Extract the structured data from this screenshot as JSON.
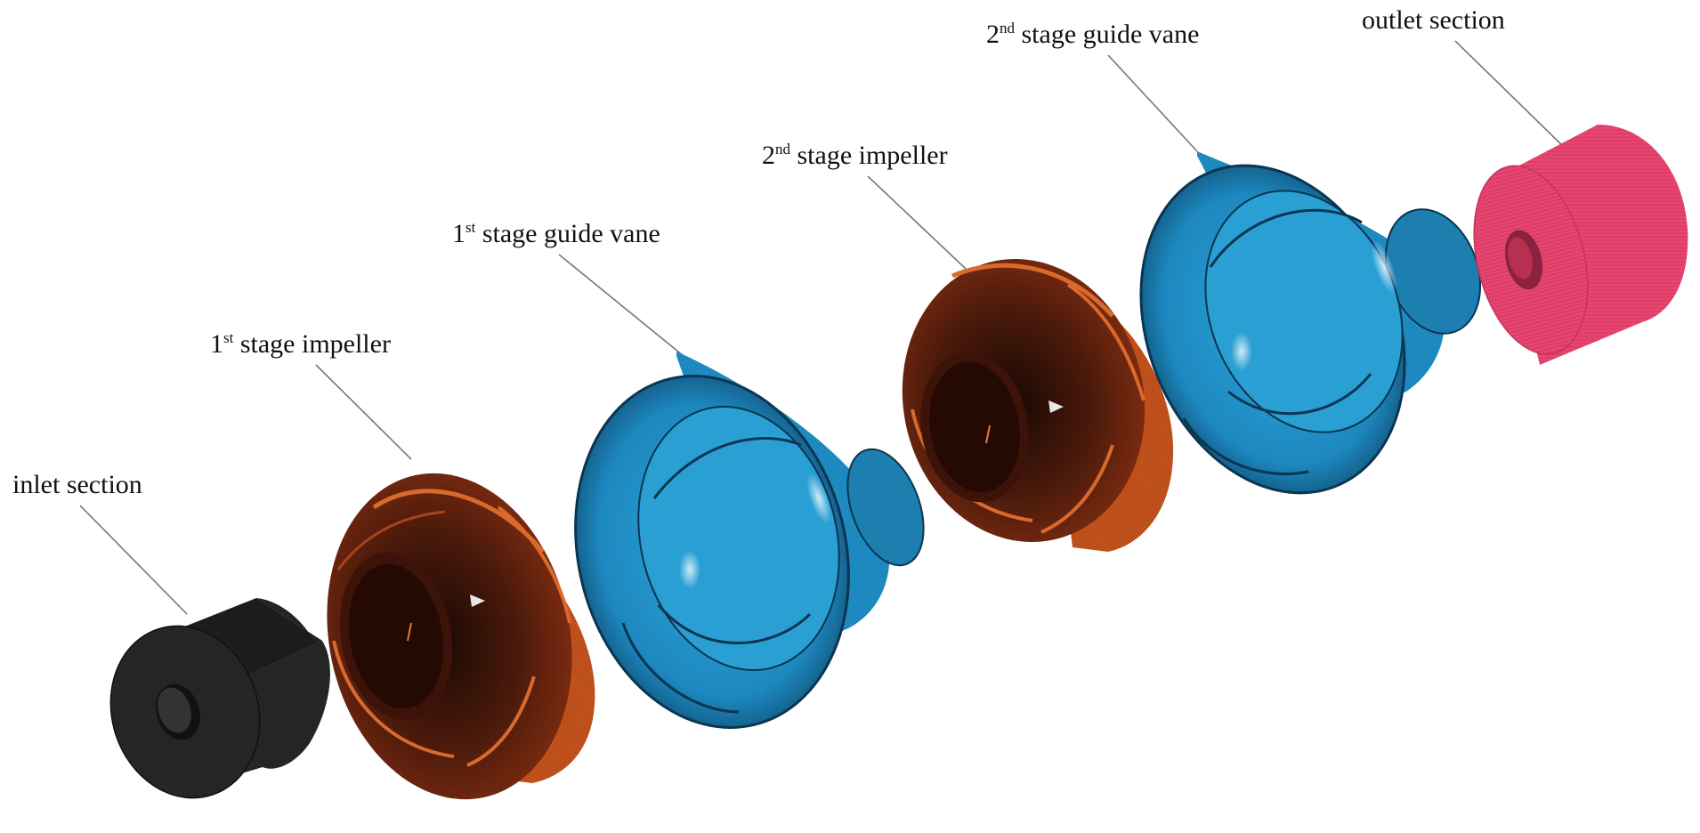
{
  "colors": {
    "inlet": "#2b2b2b",
    "impeller": "#c9561e",
    "impeller_dark": "#3a1208",
    "guide_vane": "#1f8fc7",
    "guide_vane_light": "#35b2e0",
    "guide_vane_dark": "#0b3550",
    "outlet": "#e8456f",
    "leader_line": "#777777",
    "text": "#111111"
  },
  "labels": {
    "inlet": {
      "text": "inlet section"
    },
    "impeller_1": {
      "num": "1",
      "sup": "st",
      "text": " stage impeller"
    },
    "guide_vane_1": {
      "num": "1",
      "sup": "st",
      "text": " stage guide vane"
    },
    "impeller_2": {
      "num": "2",
      "sup": "nd",
      "text": " stage impeller"
    },
    "guide_vane_2": {
      "num": "2",
      "sup": "nd",
      "text": " stage guide vane"
    },
    "outlet": {
      "text": "outlet section"
    }
  }
}
